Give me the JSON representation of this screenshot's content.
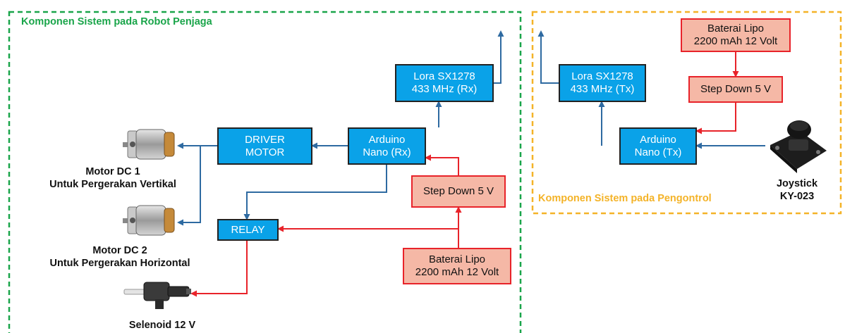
{
  "robot": {
    "title": "Komponen Sistem pada Robot Penjaga",
    "lora": "Lora SX1278\n433 MHz (Rx)",
    "arduino": "Arduino\nNano (Rx)",
    "driver": "DRIVER\nMOTOR",
    "relay": "RELAY",
    "stepdown": "Step Down 5 V",
    "battery": "Baterai Lipo\n2200 mAh 12 Volt",
    "motor1": "Motor DC 1\nUntuk Pergerakan Vertikal",
    "motor2": "Motor DC 2\nUntuk Pergerakan Horizontal",
    "solenoid": "Selenoid 12 V"
  },
  "controller": {
    "title": "Komponen Sistem pada Pengontrol",
    "lora": "Lora SX1278\n433 MHz (Tx)",
    "arduino": "Arduino\nNano (Tx)",
    "stepdown": "Step Down 5 V",
    "battery": "Baterai Lipo\n2200 mAh 12 Volt",
    "joystick": "Joystick\nKY-023"
  },
  "colors": {
    "signal": "#2e6aa1",
    "power": "#e8232a",
    "block_fill": "#0aa2e8",
    "power_fill": "#f5b8a6",
    "green_border": "#1aa54a",
    "orange_border": "#f4b328"
  }
}
